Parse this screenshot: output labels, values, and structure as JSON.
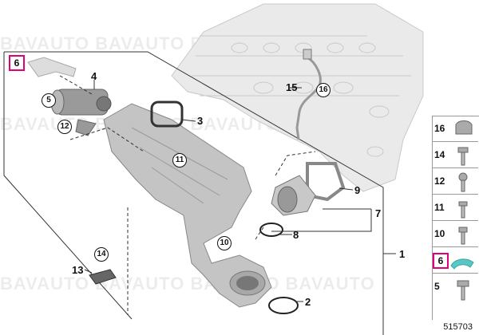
{
  "watermark": "BAVAUTO BAVAUTO BAVAUTO BAVAUTO",
  "callouts": {
    "c1": "1",
    "c2": "2",
    "c3": "3",
    "c4": "4",
    "c5": "5",
    "c6": "6",
    "c7": "7",
    "c8": "8",
    "c9": "9",
    "c10": "10",
    "c11": "11",
    "c12": "12",
    "c13": "13",
    "c14": "14",
    "c15": "15",
    "c16": "16"
  },
  "side_panel": [
    "16",
    "14",
    "12",
    "11",
    "10",
    "6",
    "5"
  ],
  "diagram_code": "515703",
  "colors": {
    "highlight": "#e0007a",
    "parts": "#b8b8b8",
    "engine": "#e4e4e4"
  }
}
